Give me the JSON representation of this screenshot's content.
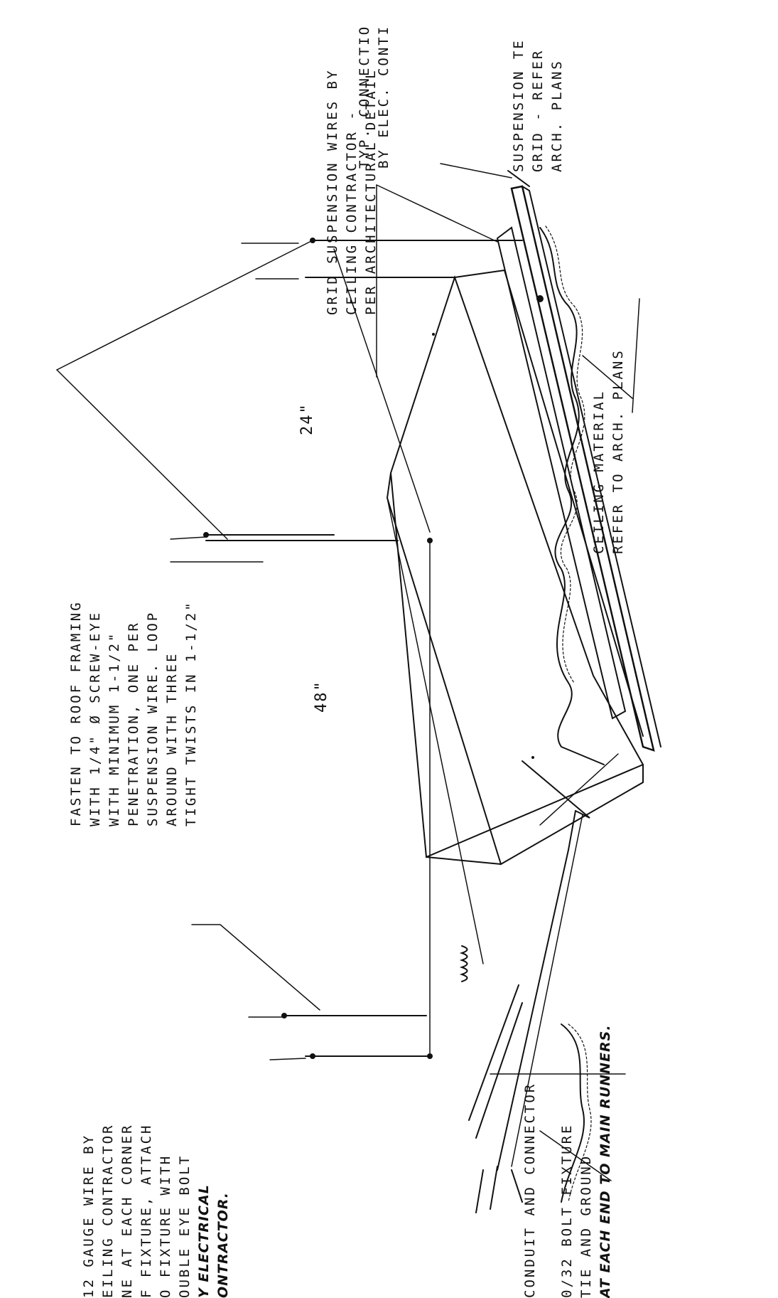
{
  "labels": {
    "grid_suspension": [
      "GRID SUSPENSION WIRES BY",
      "CEILING CONTRACTOR -",
      "PER ARCHITECTURAL DETAIL"
    ],
    "typ_connection": [
      "TYP. CONNECTIO",
      "BY ELEC. CONTI"
    ],
    "suspension_tee": [
      "SUSPENSION TE",
      "GRID - REFER",
      "ARCH. PLANS"
    ],
    "ceiling_material": [
      "CEILING MATERIAL",
      "REFER TO ARCH. PLANS"
    ],
    "fasten": [
      "FASTEN TO ROOF FRAMING",
      "WITH 1/4\" Ø SCREW-EYE",
      "WITH MINIMUM 1-1/2\"",
      "PENETRATION, ONE PER",
      "SUSPENSION WIRE. LOOP",
      "AROUND WITH THREE",
      "TIGHT TWISTS IN 1-1/2\""
    ],
    "gauge_wire": [
      "12 GAUGE WIRE BY",
      "EILING CONTRACTOR",
      "NE AT EACH CORNER",
      "F FIXTURE, ATTACH",
      "O FIXTURE WITH",
      "OUBLE EYE BOLT"
    ],
    "gauge_wire_hand": [
      "Y ELECTRICAL",
      "ONTRACTOR."
    ],
    "conduit": [
      "CONDUIT AND CONNECTOR"
    ],
    "bolt_fixture": [
      "0/32 BOLT FIXTURE",
      "TIE AND GROUND"
    ],
    "bolt_fixture_hand": [
      "AT EACH END TO MAIN RUNNERS."
    ]
  },
  "dimensions": {
    "width": "24\"",
    "length": "48\""
  }
}
